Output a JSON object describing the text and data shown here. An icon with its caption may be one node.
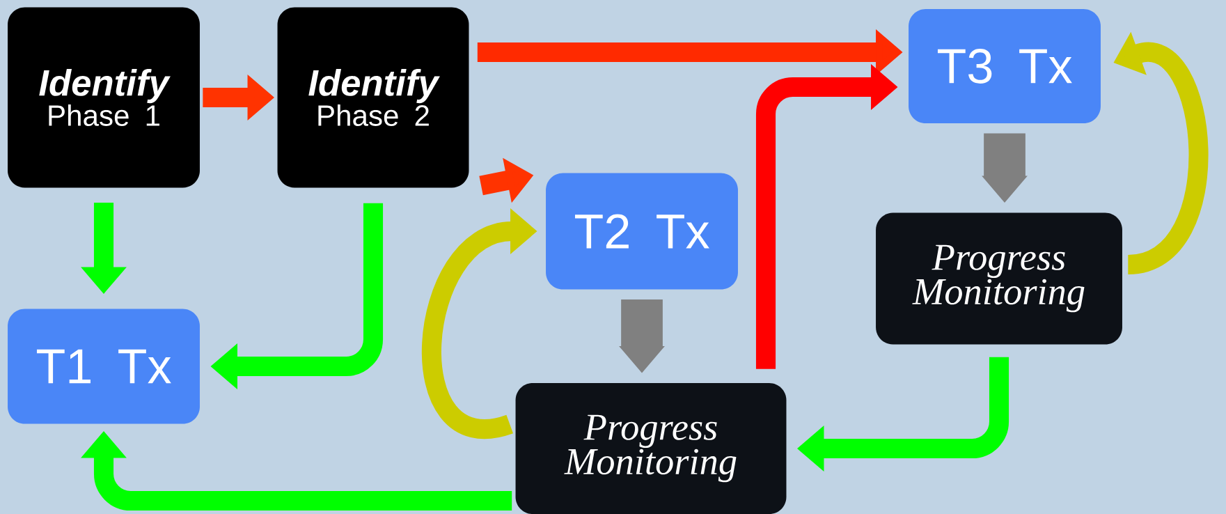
{
  "diagram": {
    "nodes": [
      {
        "text": [
          "Identify",
          "Phase 1"
        ]
      },
      {
        "text": [
          "Identify",
          "Phase 2"
        ]
      },
      {
        "text": [
          "T3 Tx"
        ]
      },
      {
        "text": [
          "T2 Tx"
        ]
      },
      {
        "text": [
          "Progress Monitoring"
        ]
      },
      {
        "text": [
          "T1 Tx"
        ]
      },
      {
        "text": [
          "Progress Monitoring"
        ]
      }
    ],
    "edges": [
      {
        "from": 0,
        "to": 1,
        "arrow": "to",
        "color": "#ff3300"
      },
      {
        "from": 1,
        "to": 2,
        "arrow": "to",
        "color": "#ff2a00"
      },
      {
        "from": 1,
        "to": 3,
        "arrow": "to",
        "color": "#ff3300"
      },
      {
        "from": 0,
        "to": 5,
        "arrow": "to"
      },
      {
        "from": 1,
        "to": 5,
        "arrow": "to"
      },
      {
        "from": 3,
        "to": 6,
        "arrow": "to",
        "style": "thick",
        "color": "#808080"
      },
      {
        "from": 2,
        "to": 4,
        "arrow": "to",
        "style": "thick",
        "color": "#808080"
      },
      {
        "from": 6,
        "to": 2,
        "arrow": "to",
        "color": "#ff0000"
      },
      {
        "from": 6,
        "to": 3,
        "arrow": "to",
        "color": "#cccc00"
      },
      {
        "from": 4,
        "to": 2,
        "arrow": "to",
        "color": "#cccc00"
      },
      {
        "from": 4,
        "to": 6,
        "arrow": "to"
      },
      {
        "from": 6,
        "to": 5,
        "arrow": "to"
      }
    ]
  }
}
